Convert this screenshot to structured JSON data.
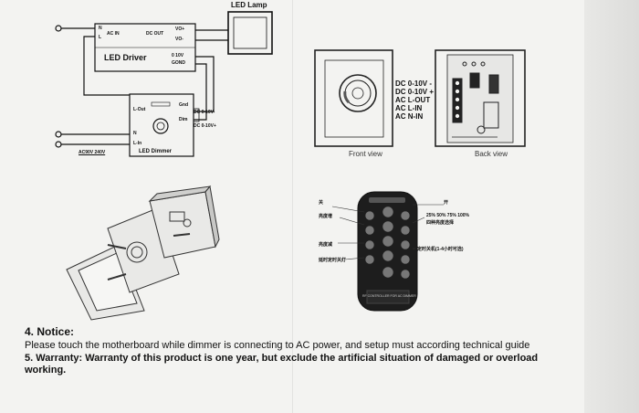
{
  "wiring": {
    "lamp_label": "LED Lamp",
    "driver_label": "LED Driver",
    "ac_in": "AC IN",
    "n": "N",
    "l": "L",
    "dc_out": "DC OUT",
    "vo_plus": "VO+",
    "vo_minus": "VO-",
    "driver_010v": "0 10V",
    "driver_gnd": "GOND",
    "dimmer_label": "LED Dimmer",
    "l_out": "L-Out",
    "gnd": "Gnd",
    "dim": "Dim",
    "dc_minus": "DC 0-10V-",
    "dc_plus": "DC 0-10V+",
    "n2": "N",
    "l_in": "L-In",
    "ac_range": "AC90V 240V"
  },
  "views": {
    "terminals": [
      "DC 0-10V -",
      "DC 0-10V +",
      "AC L-OUT",
      "AC L-IN",
      "AC N-IN"
    ],
    "front_caption": "Front view",
    "back_caption": "Back view"
  },
  "remote": {
    "label_off": "关",
    "label_bright": "亮度增",
    "label_dim": "亮度减",
    "label_delay": "延时定时关灯",
    "label_on": "开",
    "label_pct": "25% 50% 75% 100%",
    "label_pct_sub": "四种亮度选择",
    "label_timer": "定时关机(1-4小时可选)",
    "brand": "RF CONTROLLER FOR AC DIMMER"
  },
  "notes": {
    "notice_title": "4. Notice:",
    "notice_text": "Please touch the motherboard while dimmer is connecting to AC power, and setup must according technical guide",
    "warranty_title": "5. Warranty:",
    "warranty_text": "Warranty of this product is one year, but exclude the artificial situation of damaged or overload working."
  },
  "colors": {
    "ink": "#111111",
    "paper": "#f3f3f1"
  }
}
